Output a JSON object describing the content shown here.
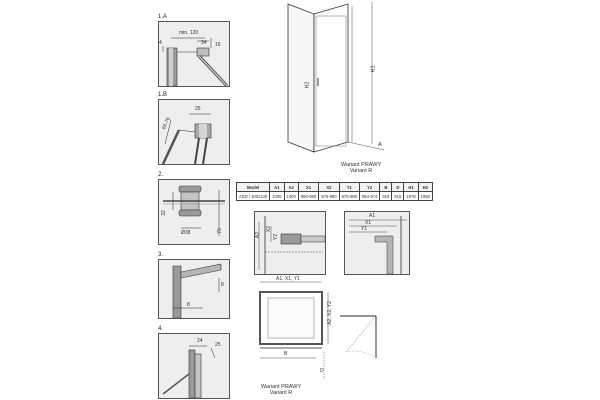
{
  "details": {
    "d1a": {
      "label": "1.A",
      "dims": [
        "min. 120",
        "34",
        "16",
        "4"
      ]
    },
    "d1b": {
      "label": "1.B",
      "dims": [
        "25",
        "66-76"
      ]
    },
    "d2": {
      "label": "2.",
      "dims": [
        "32",
        "Ø38",
        "70"
      ]
    },
    "d3": {
      "label": "3.",
      "dims": [
        "8",
        "8"
      ]
    },
    "d4": {
      "label": "4.",
      "dims": [
        "24",
        "25"
      ]
    }
  },
  "main_view": {
    "dims": [
      "H1",
      "H2",
      "A"
    ],
    "caption_line1": "Wariant PRAWY",
    "caption_line2": "Variant R"
  },
  "spec_table": {
    "headers": [
      "Model",
      "A1",
      "A2",
      "X1",
      "X2",
      "Y1",
      "Y2",
      "B",
      "D",
      "H1",
      "H2"
    ],
    "row": [
      "ASD / 100x100",
      "1000",
      "1000",
      "980-990",
      "975-990",
      "975-985",
      "964-974",
      "918",
      "915",
      "1978",
      "1950"
    ]
  },
  "mid_views": {
    "left_dims": [
      "A2",
      "X2",
      "Y2"
    ],
    "right_dims": [
      "A1",
      "X1",
      "Y1"
    ]
  },
  "plan_view": {
    "dims": [
      "A1, X1, Y1",
      "A2, X2, Y2",
      "B",
      "D"
    ],
    "caption_line1": "Wariant PRAWY",
    "caption_line2": "Variant R"
  },
  "colors": {
    "frame": "#555555",
    "panel_bg": "#eeeeee",
    "glass": "#cfd6d8"
  }
}
